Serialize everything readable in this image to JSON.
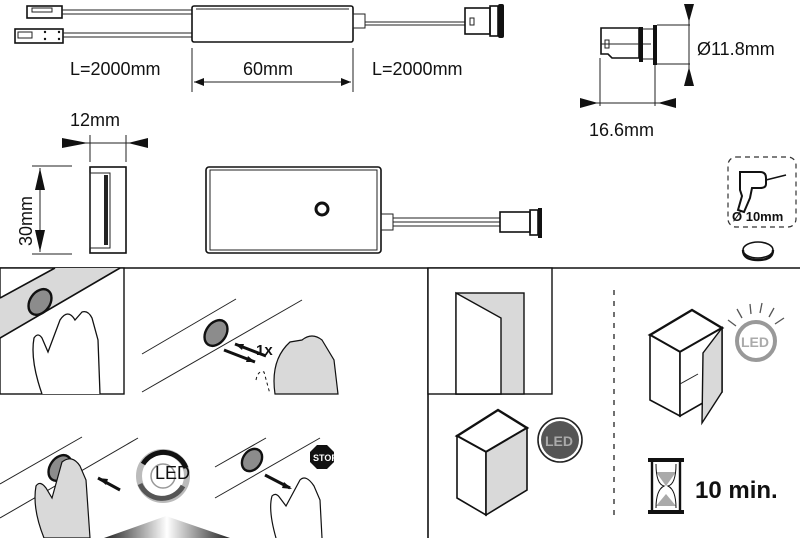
{
  "title": "LED touch / proximity sensor switch - dimensions and operation",
  "dimensions": {
    "cable_left_length": "L=2000mm",
    "housing_length": "60mm",
    "cable_right_length": "L=2000mm",
    "sensor_diameter": "Ø11.8mm",
    "sensor_length": "16.6mm",
    "housing_thickness": "12mm",
    "housing_height": "30mm"
  },
  "install": {
    "drill_hole": "Ø 10mm",
    "icons": [
      "drill-icon",
      "cap-icon"
    ]
  },
  "operation": {
    "wave_count": "1x",
    "led_dim_label": "LED",
    "stop_label": "STOP",
    "led_off_label": "LED",
    "led_on_label": "LED",
    "timeout": "10 min."
  },
  "colors": {
    "line": "#111111",
    "panel_gray": "#d9d9d9",
    "sensor_gray": "#8c8c8c",
    "led_off": "#555555"
  }
}
